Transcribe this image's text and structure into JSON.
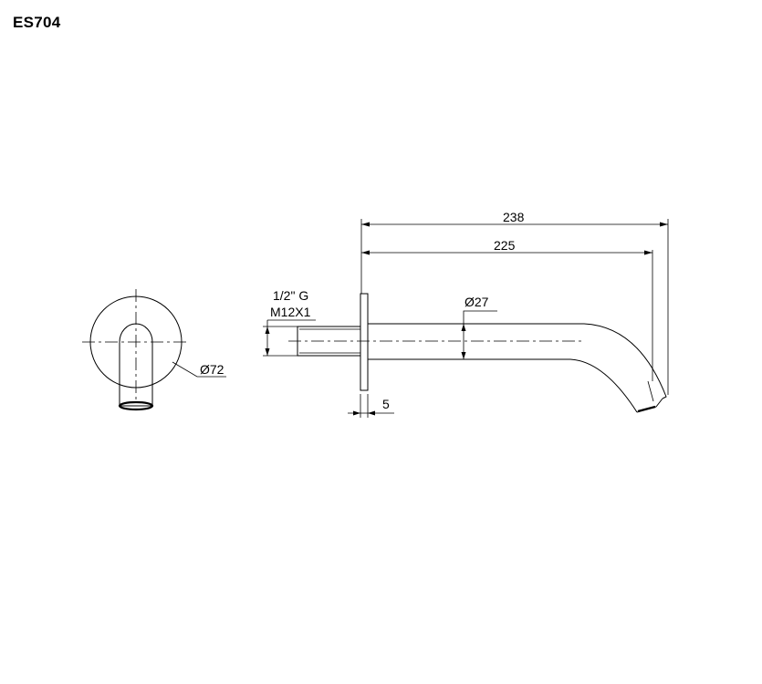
{
  "model_code": "ES704",
  "dimensions": {
    "overall_length": "238",
    "projection": "225",
    "spout_diameter": "Ø27",
    "flange_diameter": "Ø72",
    "flange_thickness": "5",
    "thread_pipe": "1/2\" G",
    "thread_metric": "M12X1"
  }
}
